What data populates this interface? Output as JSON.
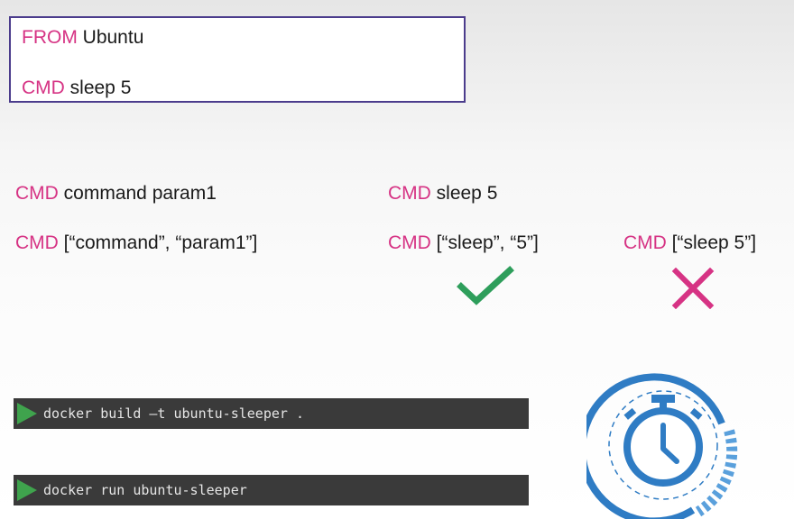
{
  "dockerfile": {
    "lines": [
      {
        "keyword": "FROM",
        "text": " Ubuntu"
      },
      {
        "keyword": "CMD",
        "text": " sleep 5"
      }
    ]
  },
  "syntax": {
    "shell_form": {
      "keyword": "CMD",
      "text": " command param1"
    },
    "exec_form": {
      "keyword": "CMD",
      "text": " [“command”, “param1”]"
    }
  },
  "examples": {
    "shell": {
      "keyword": "CMD",
      "text": " sleep 5"
    },
    "exec_correct": {
      "keyword": "CMD",
      "text": " [“sleep”, “5”]"
    },
    "exec_wrong": {
      "keyword": "CMD",
      "text": " [“sleep 5”]"
    }
  },
  "marks": {
    "correct_icon": "check-icon",
    "wrong_icon": "cross-icon",
    "correct_color": "#2e9e5b",
    "wrong_color": "#d63384"
  },
  "terminal": {
    "commands": [
      "docker build –t ubuntu-sleeper .",
      "docker run ubuntu-sleeper"
    ]
  },
  "colors": {
    "keyword": "#d63384",
    "box_border": "#4b3c8c",
    "terminal_bg": "#3a3a3a",
    "terminal_arrow": "#3fa34d",
    "stopwatch": "#2f7cc4"
  }
}
